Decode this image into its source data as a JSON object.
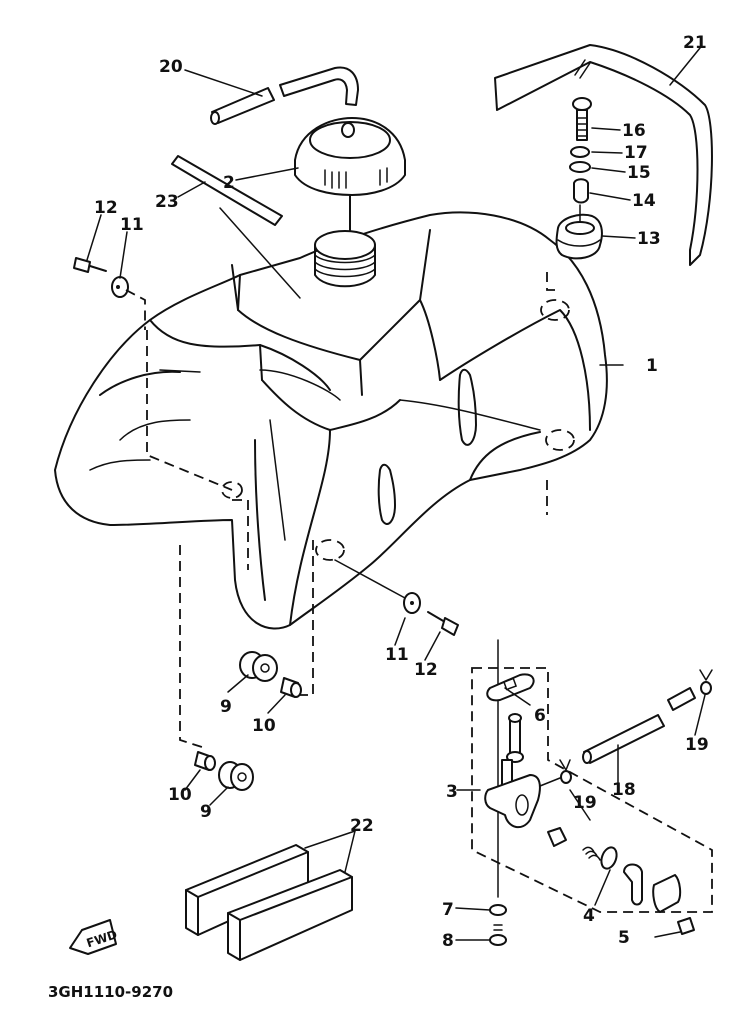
{
  "diagram": {
    "title": "Fuel tank exploded parts diagram",
    "part_code": "3GH1110-9270",
    "direction_marker": "FWD",
    "parts": [
      {
        "ref": "1",
        "name": "fuel-tank"
      },
      {
        "ref": "2",
        "name": "fuel-cap"
      },
      {
        "ref": "3",
        "name": "fuel-cock-assembly"
      },
      {
        "ref": "4",
        "name": "o-ring"
      },
      {
        "ref": "5",
        "name": "screw"
      },
      {
        "ref": "6",
        "name": "gasket"
      },
      {
        "ref": "7",
        "name": "washer"
      },
      {
        "ref": "8",
        "name": "screw"
      },
      {
        "ref": "9",
        "name": "damper"
      },
      {
        "ref": "10",
        "name": "collar"
      },
      {
        "ref": "11",
        "name": "washer"
      },
      {
        "ref": "12",
        "name": "bolt"
      },
      {
        "ref": "13",
        "name": "damper"
      },
      {
        "ref": "14",
        "name": "collar"
      },
      {
        "ref": "15",
        "name": "washer"
      },
      {
        "ref": "16",
        "name": "bolt"
      },
      {
        "ref": "17",
        "name": "lock-washer"
      },
      {
        "ref": "18",
        "name": "fuel-hose"
      },
      {
        "ref": "19",
        "name": "clip"
      },
      {
        "ref": "20",
        "name": "breather-hose"
      },
      {
        "ref": "21",
        "name": "tank-band"
      },
      {
        "ref": "22",
        "name": "damper-pad"
      },
      {
        "ref": "23",
        "name": "breather-pipe"
      }
    ],
    "labels": {
      "l1": "1",
      "l2": "2",
      "l3": "3",
      "l4": "4",
      "l5": "5",
      "l6": "6",
      "l7": "7",
      "l8": "8",
      "l9a": "9",
      "l9b": "9",
      "l10a": "10",
      "l10b": "10",
      "l11a": "11",
      "l11b": "11",
      "l12a": "12",
      "l12b": "12",
      "l13": "13",
      "l14": "14",
      "l15": "15",
      "l16": "16",
      "l17": "17",
      "l18": "18",
      "l19a": "19",
      "l19b": "19",
      "l20": "20",
      "l21": "21",
      "l22": "22",
      "l23": "23"
    }
  }
}
